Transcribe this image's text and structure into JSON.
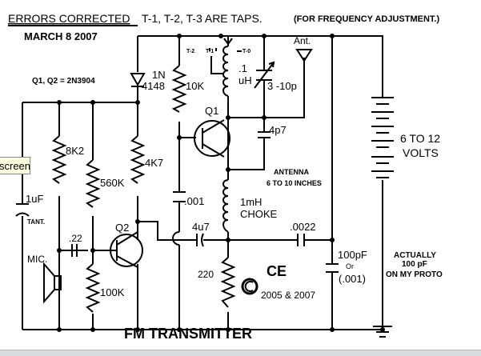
{
  "header": {
    "errors": "ERRORS  CORRECTED",
    "taps": "T-1, T-2, T-3  ARE TAPS.",
    "freq": "(FOR FREQUENCY ADJUSTMENT.)",
    "date": "MARCH 8 2007",
    "transistors": "Q1, Q2 = 2N3904"
  },
  "labels": {
    "t2": "T-2",
    "t1": "T-1",
    "t0": "T-0",
    "ant": "Ant.",
    "diode1": "1N",
    "diode2": "4148",
    "r10k": "10K",
    "coil1": ".1",
    "coil2": "uH",
    "vcap": "3 -10p",
    "q1": "Q1",
    "c4p7": "4p7",
    "battery1": "6 TO 12",
    "battery2": "VOLTS",
    "r8k2": "8K2",
    "r560k": "560K",
    "r4k7": "4K7",
    "c001": ".001",
    "antenna1": "ANTENNA",
    "antenna2": "6 TO 10 INCHES",
    "choke1": "1mH",
    "choke2": "CHOKE",
    "c1uf": "1uF",
    "tant": "TANT.",
    "q2": "Q2",
    "c4u7": "4u7",
    "c0022": ".0022",
    "c22": ".22",
    "mic": "MIC.",
    "c100pf": "100pF",
    "or": "Or",
    "c001b": "(.001)",
    "actually1": "ACTUALLY",
    "actually2": "100 pF",
    "actually3": "ON  MY PROTO",
    "r220": "220",
    "r100k": "100K",
    "logo": "CE",
    "copyright": "2005 & 2007",
    "title": "FM TRANSMITTER"
  },
  "tooltip": "screen"
}
